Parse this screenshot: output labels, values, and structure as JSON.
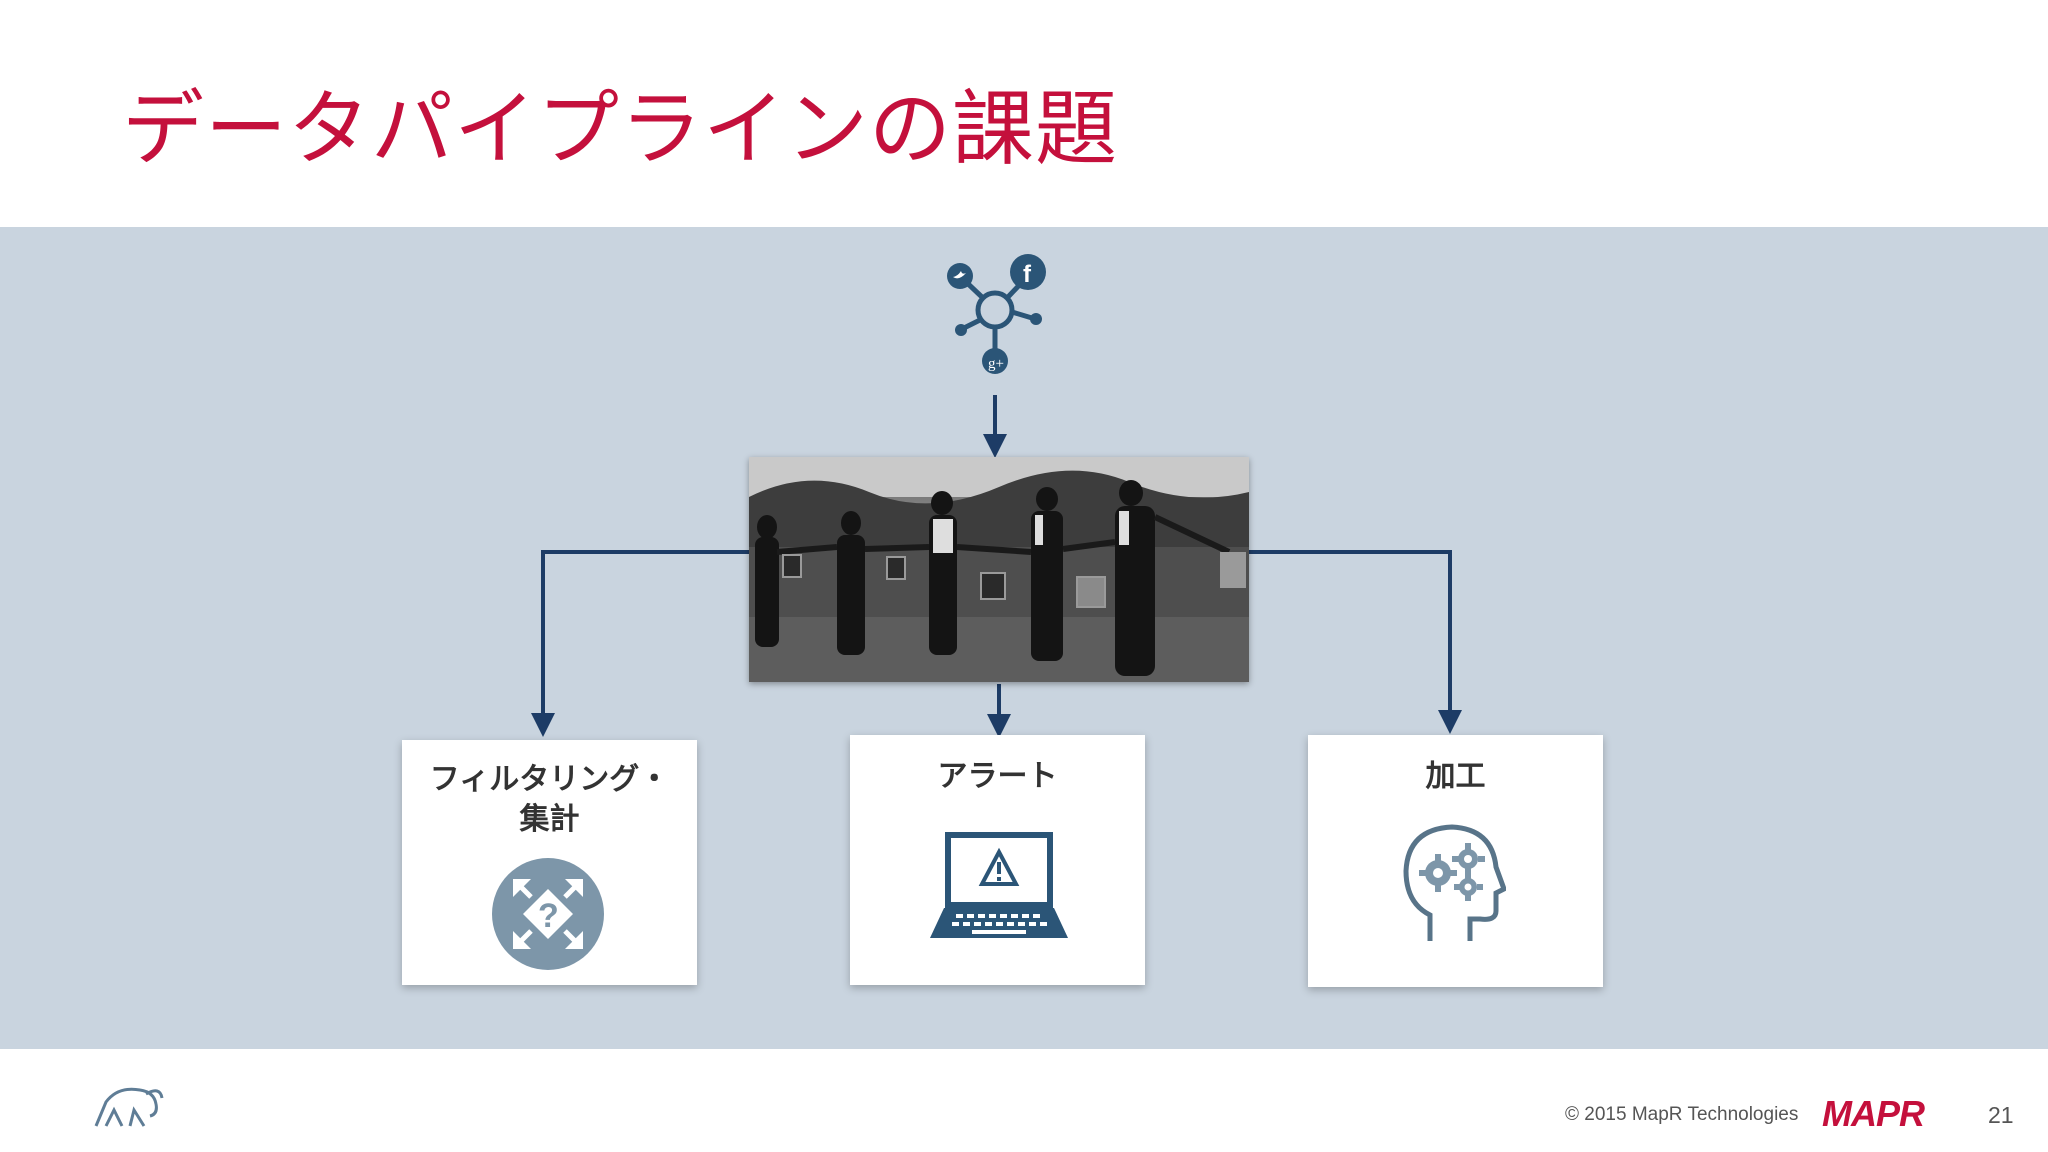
{
  "slide": {
    "title": "データパイプラインの課題",
    "page_number": "21"
  },
  "source": {
    "icon": "social-network-icon",
    "networks": [
      "twitter",
      "facebook",
      "google-plus"
    ]
  },
  "center_image": {
    "icon": "bucket-brigade-photo"
  },
  "cards": [
    {
      "label_lines": [
        "フィルタリング・",
        "集計"
      ],
      "icon": "filter-aggregate-icon"
    },
    {
      "label_lines": [
        "アラート"
      ],
      "icon": "laptop-alert-icon"
    },
    {
      "label_lines": [
        "加工"
      ],
      "icon": "head-gears-icon"
    }
  ],
  "footer": {
    "copyright": "© 2015 MapR Technologies",
    "brand": "MAPR",
    "mascot_icon": "elephant-icon"
  },
  "colors": {
    "title": "#c4103c",
    "band": "#c9d4df",
    "arrow": "#1d3c66",
    "icon_blue": "#2b5577",
    "icon_grey": "#7d96a9",
    "brand_red": "#c4103c"
  }
}
